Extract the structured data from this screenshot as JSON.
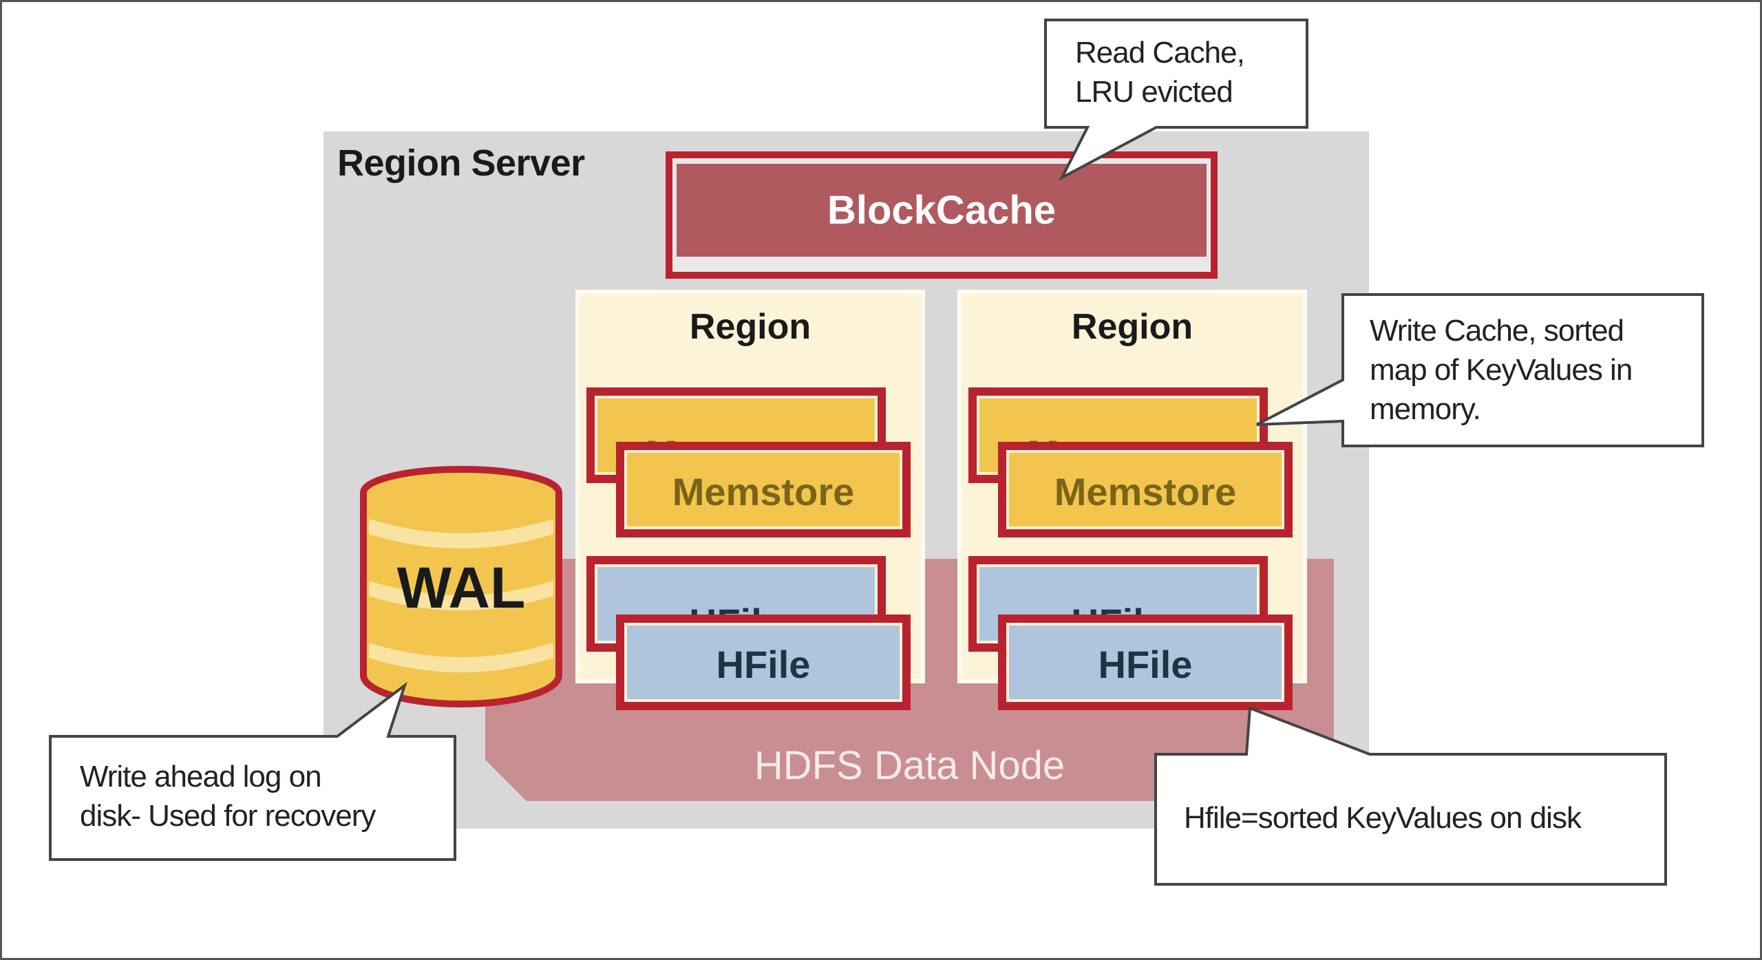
{
  "diagram": {
    "region_server": {
      "label": "Region Server"
    },
    "block_cache": {
      "label": "BlockCache"
    },
    "regions": [
      {
        "title": "Region",
        "memstores": [
          "Memstore",
          "Memstore"
        ],
        "hfiles": [
          "HFile",
          "HFile"
        ]
      },
      {
        "title": "Region",
        "memstores": [
          "Memstore",
          "Memstore"
        ],
        "hfiles": [
          "HFile",
          "HFile"
        ]
      }
    ],
    "wal": {
      "label": "WAL"
    },
    "hdfs": {
      "label": "HDFS Data Node"
    },
    "callouts": {
      "read_cache": {
        "line1": "Read Cache,",
        "line2": "LRU evicted"
      },
      "write_cache": {
        "line1": "Write Cache, sorted",
        "line2": "map of KeyValues in",
        "line3": "memory."
      },
      "wal_note": {
        "line1": "Write ahead log on",
        "line2": "disk- Used for recovery"
      },
      "hfile_note": {
        "line1": "Hfile=sorted KeyValues on disk"
      }
    },
    "colors": {
      "red_border": "#b8232f",
      "block_cache_fill": "#b05a5f",
      "memstore_fill": "#f2c64e",
      "hfile_fill": "#aec5db",
      "region_fill": "#fcf3d9",
      "hdfs_fill": "#c98e92",
      "server_fill": "#d8d8d8"
    }
  }
}
